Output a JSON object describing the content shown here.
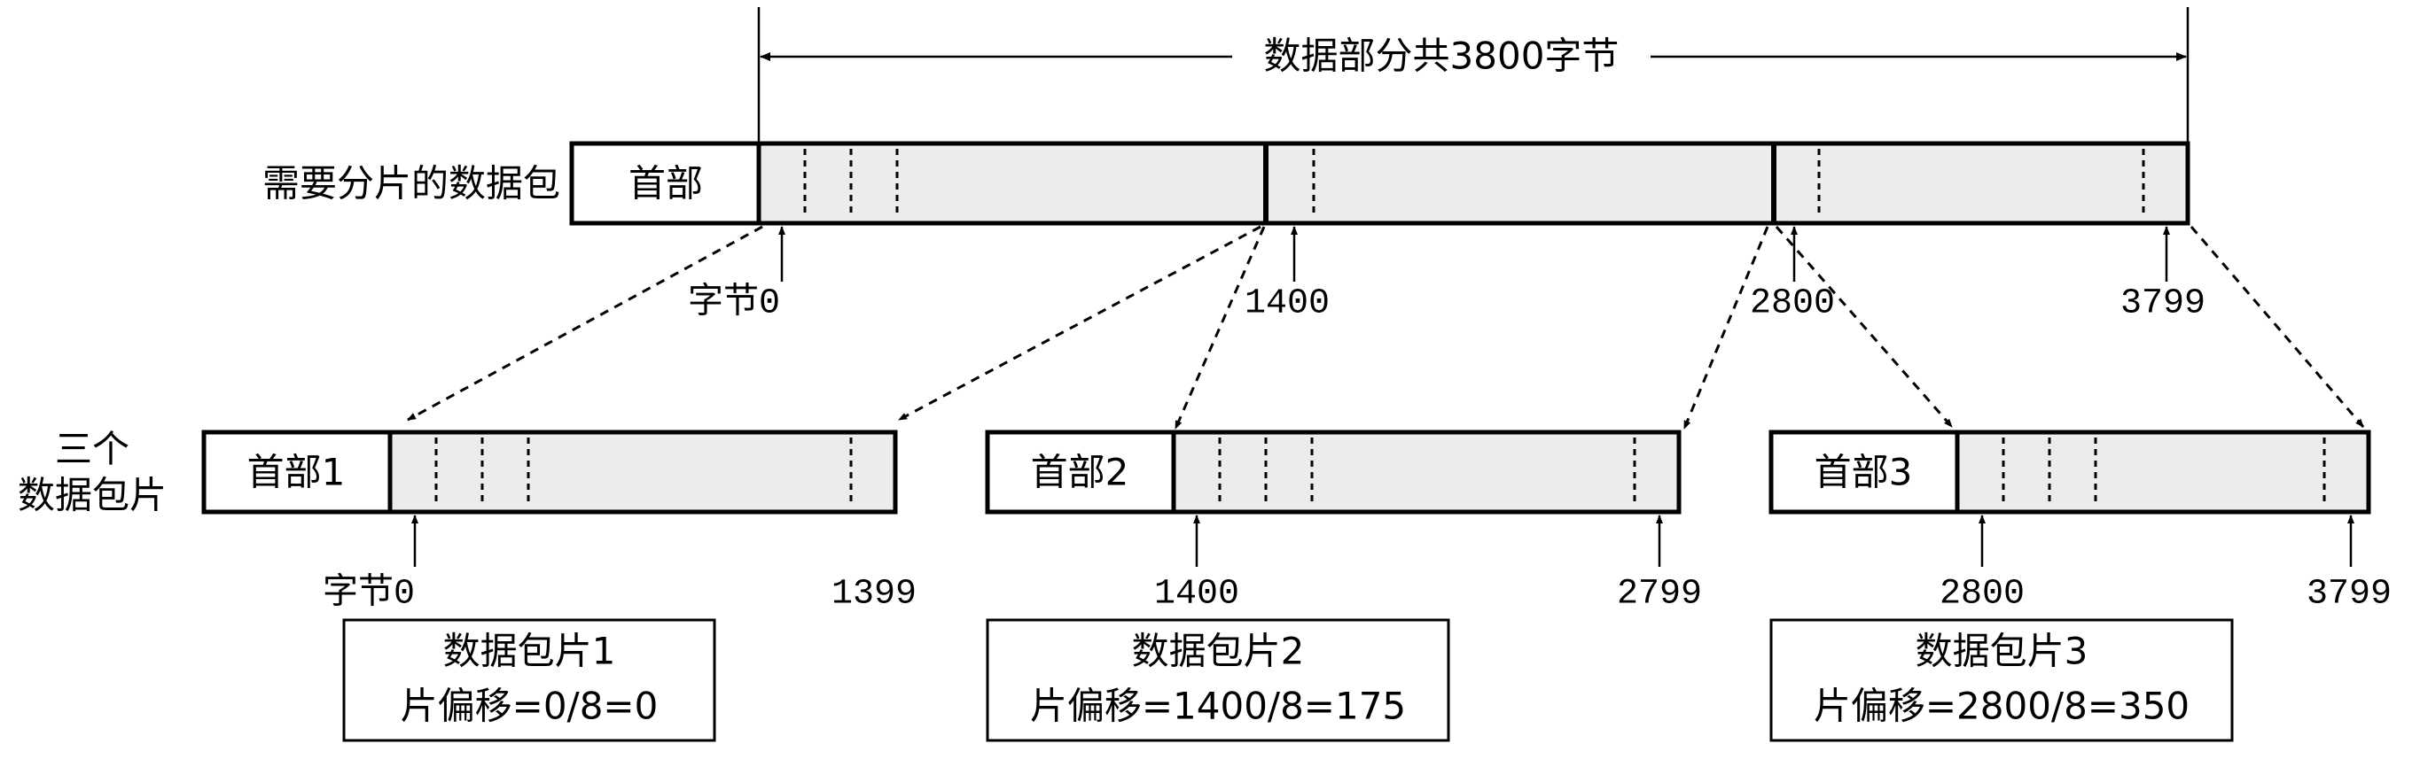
{
  "top": {
    "total_label": "数据部分共3800字节",
    "packet_label": "需要分片的数据包",
    "header_label": "首部",
    "offsets": [
      "字节0",
      "1400",
      "2800",
      "3799"
    ]
  },
  "fragments_label": [
    "三个",
    "数据包片"
  ],
  "fragments": [
    {
      "header_label": "首部1",
      "start_label": "字节0",
      "end_label": "1399",
      "caption_name": "数据包片1",
      "caption_offset": "片偏移=0/8=0"
    },
    {
      "header_label": "首部2",
      "start_label": "1400",
      "end_label": "2799",
      "caption_name": "数据包片2",
      "caption_offset": "片偏移=1400/8=175"
    },
    {
      "header_label": "首部3",
      "start_label": "2800",
      "end_label": "3799",
      "caption_name": "数据包片3",
      "caption_offset": "片偏移=2800/8=350"
    }
  ]
}
